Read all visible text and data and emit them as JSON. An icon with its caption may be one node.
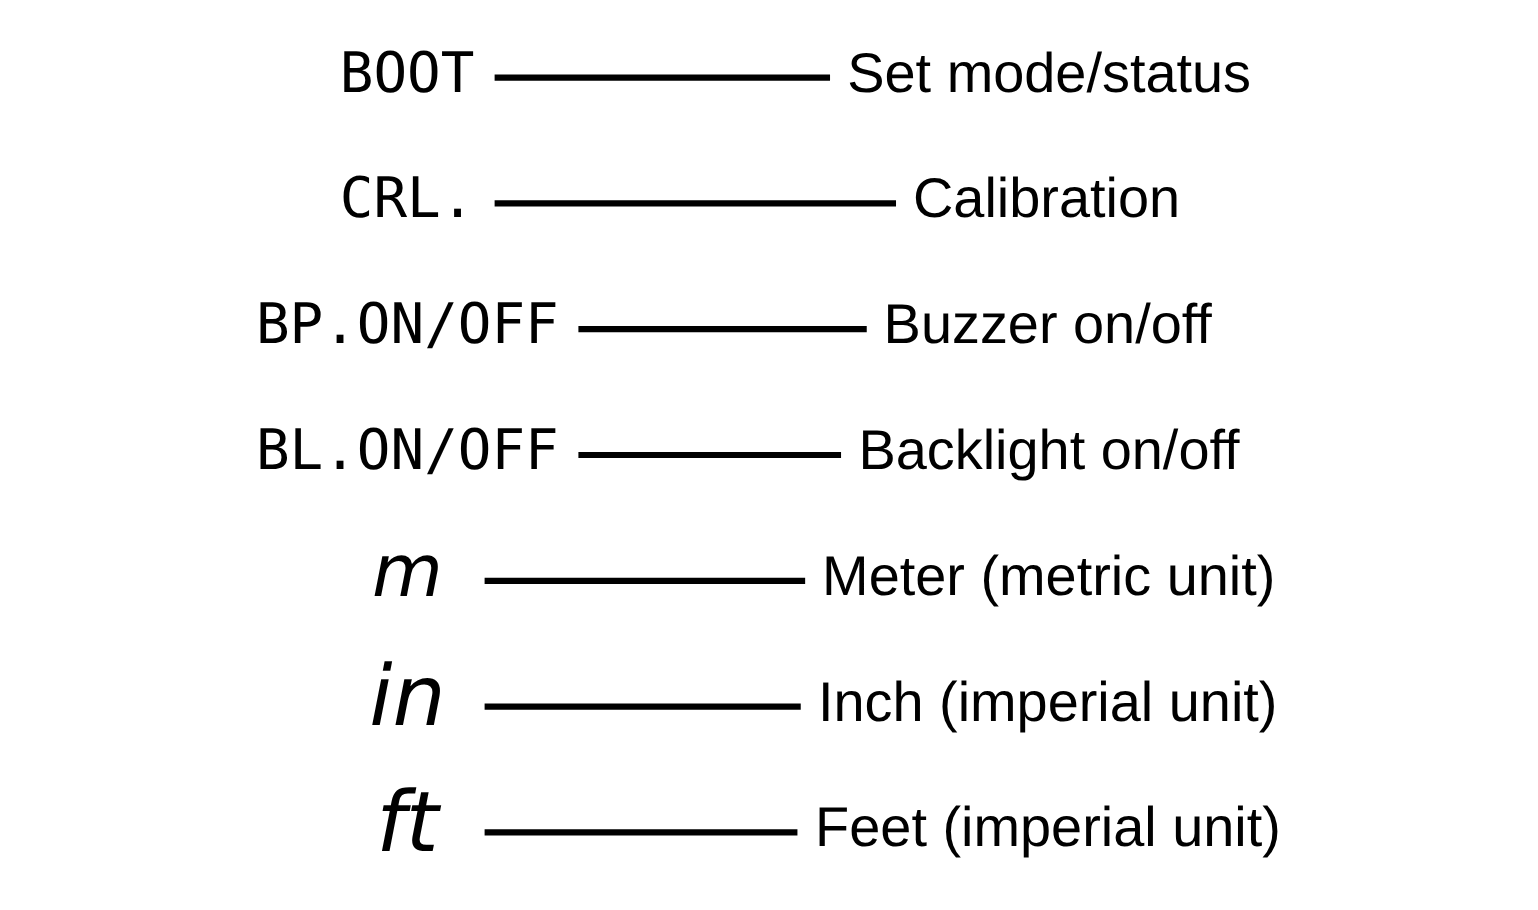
{
  "diagram": {
    "nodes": [
      {
        "text": [
          "BOOT"
        ]
      },
      {
        "text": [
          "Set mode/status"
        ]
      },
      {
        "text": [
          "CRL."
        ]
      },
      {
        "text": [
          "Calibration"
        ]
      },
      {
        "text": [
          "BP.ON/OFF"
        ]
      },
      {
        "text": [
          "Buzzer on/off"
        ]
      },
      {
        "text": [
          "BL.ON/OFF"
        ]
      },
      {
        "text": [
          "Backlight on/off"
        ]
      },
      {
        "text": [
          "m"
        ]
      },
      {
        "text": [
          "Meter (metric unit)"
        ]
      },
      {
        "text": [
          "in"
        ]
      },
      {
        "text": [
          "Inch (imperial unit)"
        ]
      },
      {
        "text": [
          "ft"
        ]
      },
      {
        "text": [
          "Feet (imperial unit)"
        ]
      }
    ],
    "edges": [
      {
        "from": 0,
        "to": 1,
        "arrow": "none"
      },
      {
        "from": 2,
        "to": 3,
        "arrow": "none"
      },
      {
        "from": 4,
        "to": 5,
        "arrow": "none"
      },
      {
        "from": 6,
        "to": 7,
        "arrow": "none"
      },
      {
        "from": 8,
        "to": 9,
        "arrow": "none"
      },
      {
        "from": 10,
        "to": 11,
        "arrow": "none"
      },
      {
        "from": 12,
        "to": 13,
        "arrow": "none"
      }
    ]
  }
}
